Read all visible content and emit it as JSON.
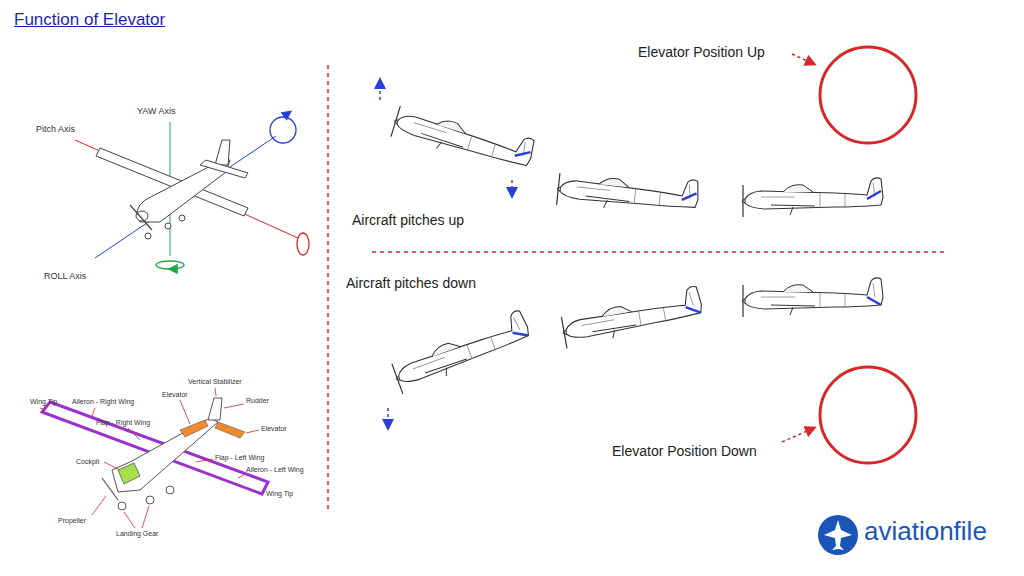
{
  "diagram": {
    "title": "Function of Elevator",
    "labels": [
      "Elevator Position Up",
      "YAW Axis",
      "Pitch Axis",
      "Aircraft pitches up",
      "ROLL Axis",
      "Aircraft pitches down",
      "Wing Tip",
      "Aileron - Right Wing",
      "Elevator",
      "Vertical Stabilizer",
      "Rudder",
      "Flap - Right Wing",
      "Elevator",
      "Cockpit",
      "Flap - Left Wing",
      "Aileron - Left Wing",
      "Wing Tip",
      "Propeller",
      "Elevator Position Down",
      "Landing Gear",
      "aviationfile"
    ]
  }
}
